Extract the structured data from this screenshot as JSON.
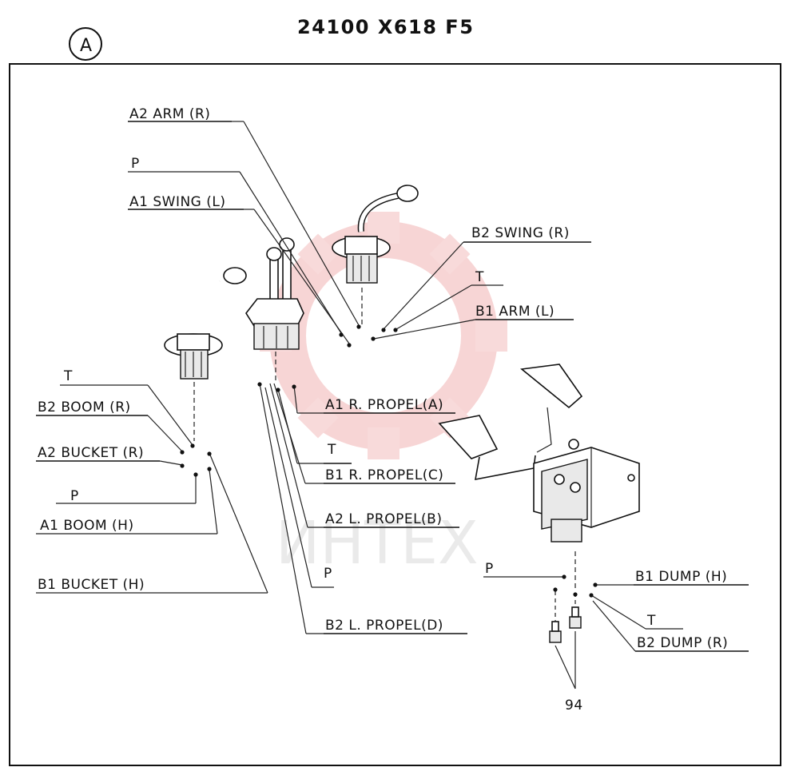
{
  "title": "24100 X618 F5",
  "view_marker": "A",
  "watermark": "ИНТЕХ",
  "part_number": "94",
  "labels": {
    "a2_arm_r": "A2 ARM (R)",
    "p_top": "P",
    "a1_swing_l": "A1 SWING (L)",
    "b2_swing_r": "B2 SWING (R)",
    "t_right": "T",
    "b1_arm_l": "B1 ARM (L)",
    "a1_r_propel_a": "A1 R. PROPEL(A)",
    "t_mid": "T",
    "b1_r_propel_c": "B1 R. PROPEL(C)",
    "a2_l_propel_b": "A2 L. PROPEL(B)",
    "p_mid": "P",
    "b2_l_propel_d": "B2 L. PROPEL(D)",
    "t_left": "T",
    "b2_boom_r": "B2 BOOM (R)",
    "a2_bucket_r": "A2 BUCKET (R)",
    "p_left": "P",
    "a1_boom_h": "A1 BOOM (H)",
    "b1_bucket_h": "B1 BUCKET (H)",
    "p_pedal": "P",
    "b1_dump_h": "B1 DUMP (H)",
    "t_pedal": "T",
    "b2_dump_r": "B2 DUMP (R)"
  }
}
